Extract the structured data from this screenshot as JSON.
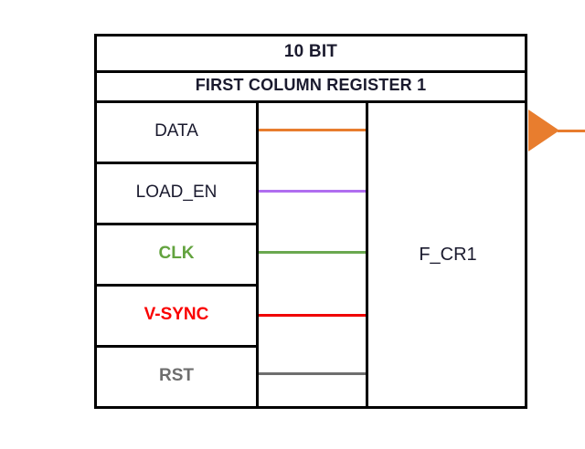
{
  "diagram": {
    "type": "hardware-register-block-diagram",
    "header": {
      "bits_label": "10 BIT",
      "title_label": "FIRST COLUMN REGISTER 1"
    },
    "body": {
      "instance_label": "F_CR1"
    },
    "ports": [
      {
        "name": "DATA",
        "label": "DATA",
        "color": "#1a1a2e",
        "wire_color": "#E87D2E",
        "bold": false,
        "has_external_input": true
      },
      {
        "name": "LOAD_EN",
        "label": "LOAD_EN",
        "color": "#1a1a2e",
        "wire_color": "#B06EF0",
        "bold": false,
        "has_external_input": true
      },
      {
        "name": "CLK",
        "label": "CLK",
        "color": "#63A33F",
        "wire_color": "#6AA84F",
        "bold": true,
        "has_external_input": false
      },
      {
        "name": "V-SYNC",
        "label": "V-SYNC",
        "color": "#FA0000",
        "wire_color": "#F00000",
        "bold": true,
        "has_external_input": false
      },
      {
        "name": "RST",
        "label": "RST",
        "color": "#6E6E6E",
        "wire_color": "#6E6E6E",
        "bold": true,
        "has_external_input": false
      }
    ],
    "output": {
      "name": "F_CR1-output",
      "arrow_color": "#E87D2E",
      "wire_color": "#E87D2E"
    },
    "external_inputs": [
      {
        "name": "data-input-wire",
        "color": "#E87D2E"
      },
      {
        "name": "load-en-input-wire",
        "color": "#E87D2E"
      }
    ],
    "colors": {
      "outline": "#000000",
      "background": "#FFFFFF",
      "orange": "#E87D2E",
      "purple": "#B06EF0",
      "green": "#6AA84F",
      "red": "#F00000",
      "gray": "#6E6E6E",
      "text": "#1a1a2e"
    }
  }
}
